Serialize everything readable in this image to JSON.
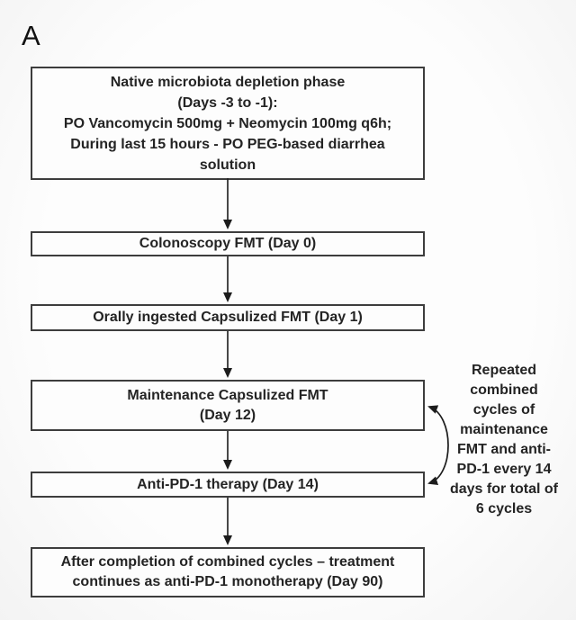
{
  "figure_label": "A",
  "flowchart": {
    "boxes": [
      {
        "id": "native-depletion",
        "text": "Native microbiota depletion phase\n(Days -3 to -1):\nPO Vancomycin 500mg + Neomycin 100mg q6h;\nDuring last 15 hours - PO PEG-based diarrhea\nsolution"
      },
      {
        "id": "colonoscopy-fmt",
        "text": "Colonoscopy FMT (Day 0)"
      },
      {
        "id": "oral-capsulized-fmt",
        "text": "Orally ingested Capsulized FMT (Day 1)"
      },
      {
        "id": "maintenance-fmt",
        "text": "Maintenance Capsulized FMT\n(Day 12)"
      },
      {
        "id": "anti-pd1-therapy",
        "text": "Anti-PD-1 therapy (Day 14)"
      },
      {
        "id": "monotherapy",
        "text": "After completion of combined cycles – treatment\ncontinues as anti-PD-1 monotherapy (Day 90)"
      }
    ],
    "side_note": "Repeated\ncombined\ncycles of\nmaintenance\nFMT and anti-\nPD-1 every 14\ndays for total of\n6 cycles"
  },
  "colors": {
    "background": "#fdfdfd",
    "box_border": "#3d3d3d",
    "text": "#242424",
    "arrow": "#1c1c1c"
  }
}
